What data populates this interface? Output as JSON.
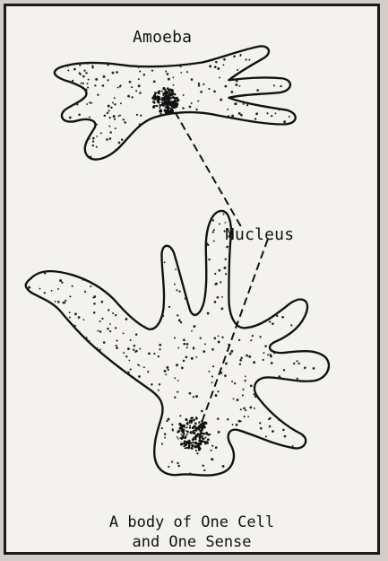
{
  "figure": {
    "title": "Amoeba",
    "pointer_label": "Nucleus",
    "caption_line_1": "A body of One Cell",
    "caption_line_2": "and One Sense"
  },
  "colors": {
    "paper": "#f4f2ee",
    "ink": "#111111",
    "background": "#d2cdc6"
  },
  "icons": {
    "upper_cell": "amoeba-outline-icon",
    "lower_cell": "amoeba-outline-icon",
    "nucleus": "nucleus-icon"
  }
}
